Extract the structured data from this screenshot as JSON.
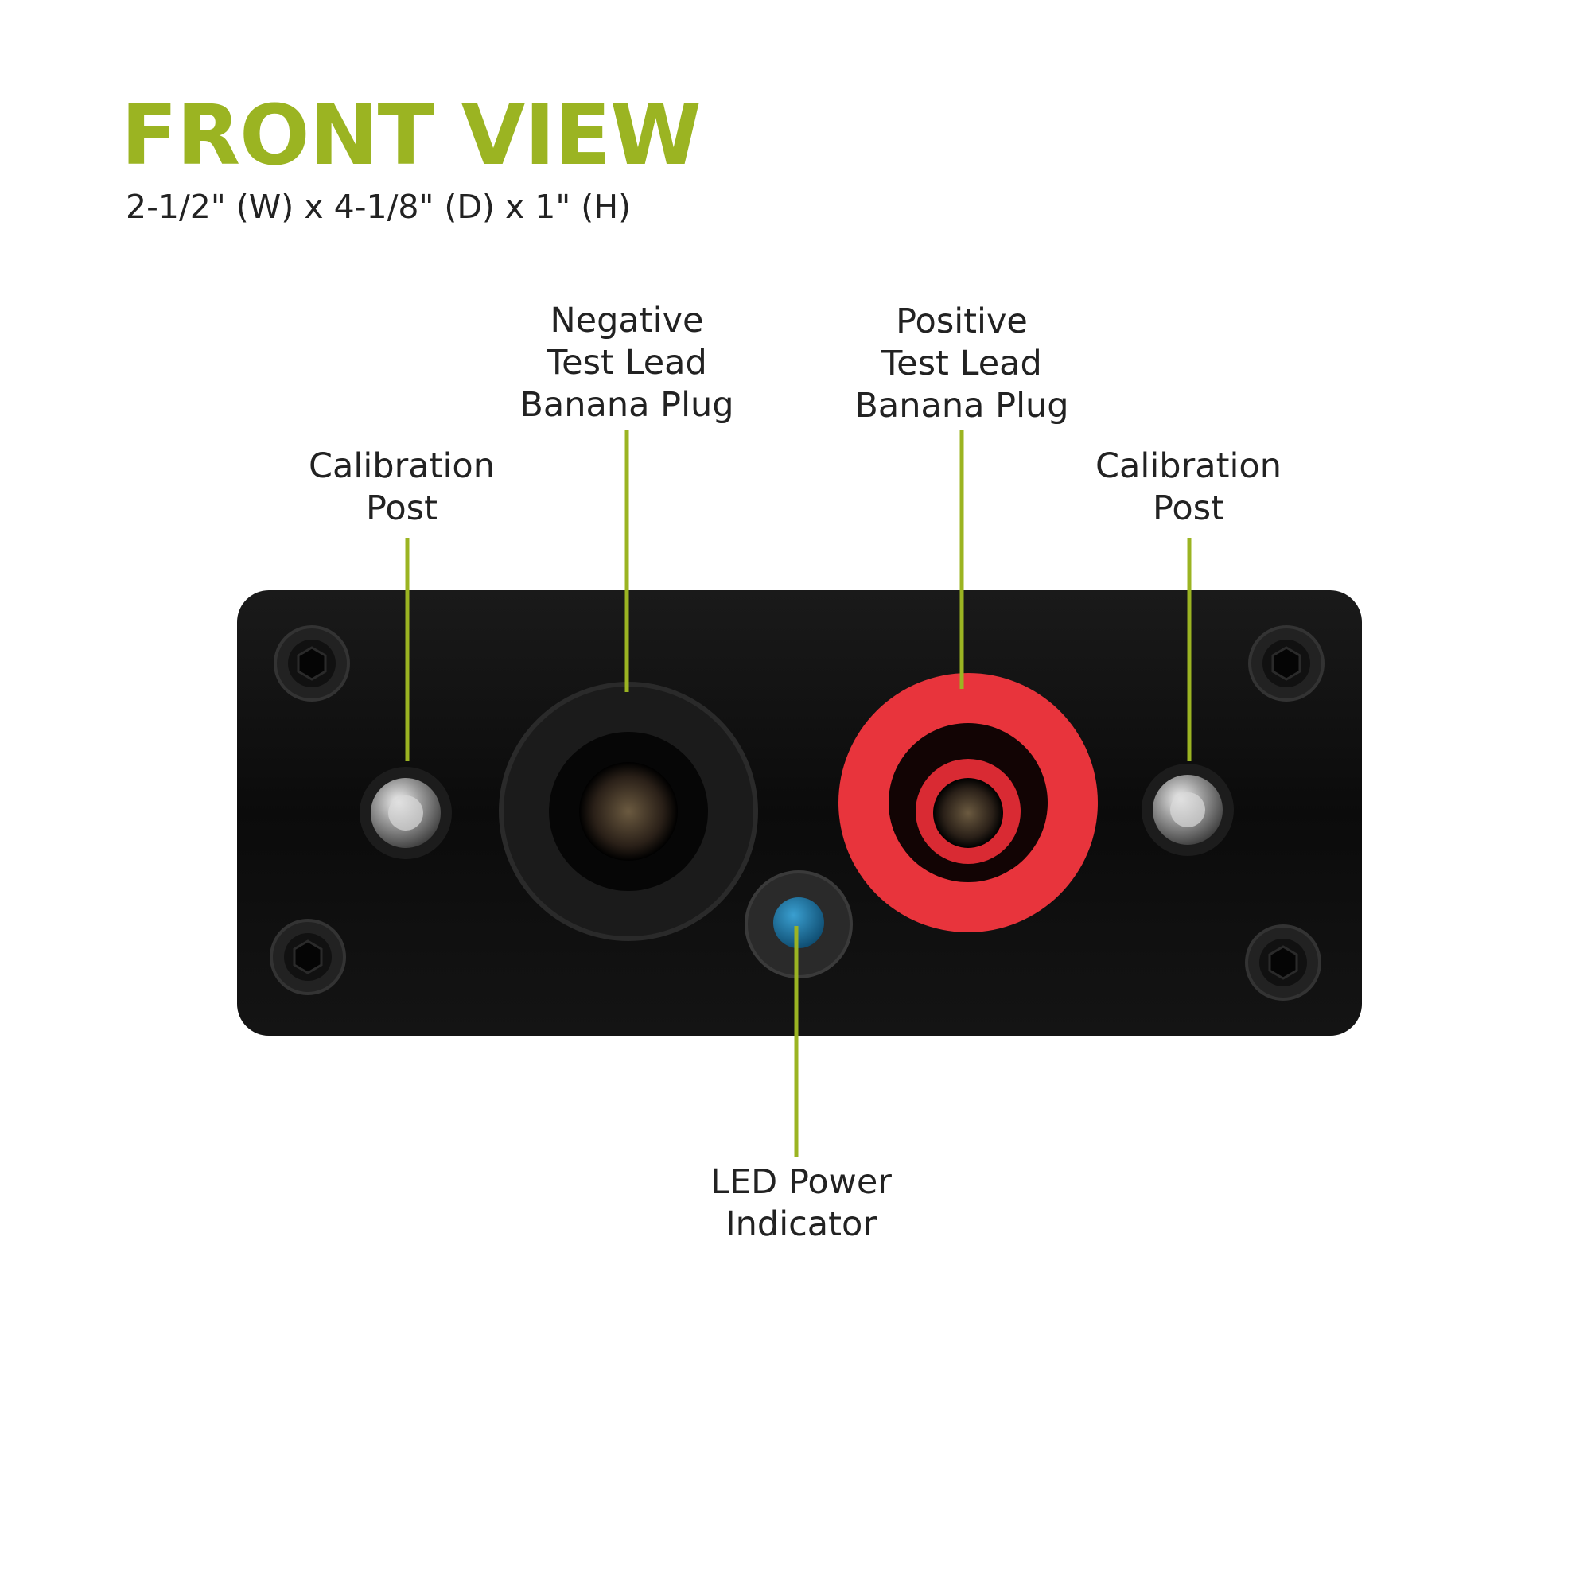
{
  "heading": {
    "title": "FRONT VIEW",
    "dimensions": "2-1/2\" (W) x 4-1/8\" (D) x 1\" (H)"
  },
  "colors": {
    "accent": "#9bb422",
    "panel": "#0d0d0d",
    "positive_jack": "#e8343c",
    "negative_jack": "#1a1a1a",
    "led": "#1e6f9c"
  },
  "callouts": {
    "negative_jack": {
      "lines": [
        "Negative",
        "Test Lead",
        "Banana Plug"
      ]
    },
    "positive_jack": {
      "lines": [
        "Positive",
        "Test Lead",
        "Banana Plug"
      ]
    },
    "left_calibration": {
      "lines": [
        "Calibration",
        "Post"
      ]
    },
    "right_calibration": {
      "lines": [
        "Calibration",
        "Post"
      ]
    },
    "led": {
      "lines": [
        "LED Power",
        "Indicator"
      ]
    }
  }
}
